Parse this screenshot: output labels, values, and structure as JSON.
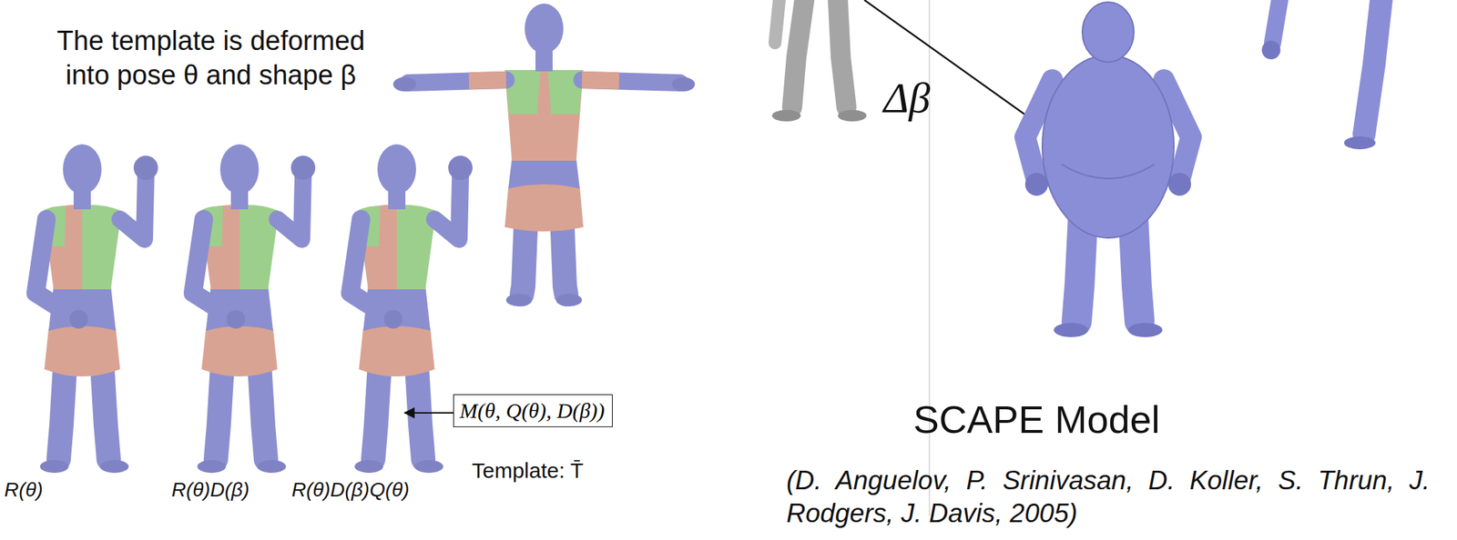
{
  "diagram": {
    "title": "SCAPE Model",
    "caption": "(D. Anguelov, P. Srinivasan, D. Koller, S. Thrun, J. Rodgers, J. Davis, 2005)",
    "nodes": [
      {
        "text": [
          "M(θ, Q(θ), D(β))"
        ]
      }
    ],
    "labels": [
      "The template is deformed into pose θ and shape β",
      "Template: T̄",
      "R(θ)",
      "R(θ)D(β)",
      "R(θ)D(β)Q(θ)",
      "Δβ"
    ]
  }
}
